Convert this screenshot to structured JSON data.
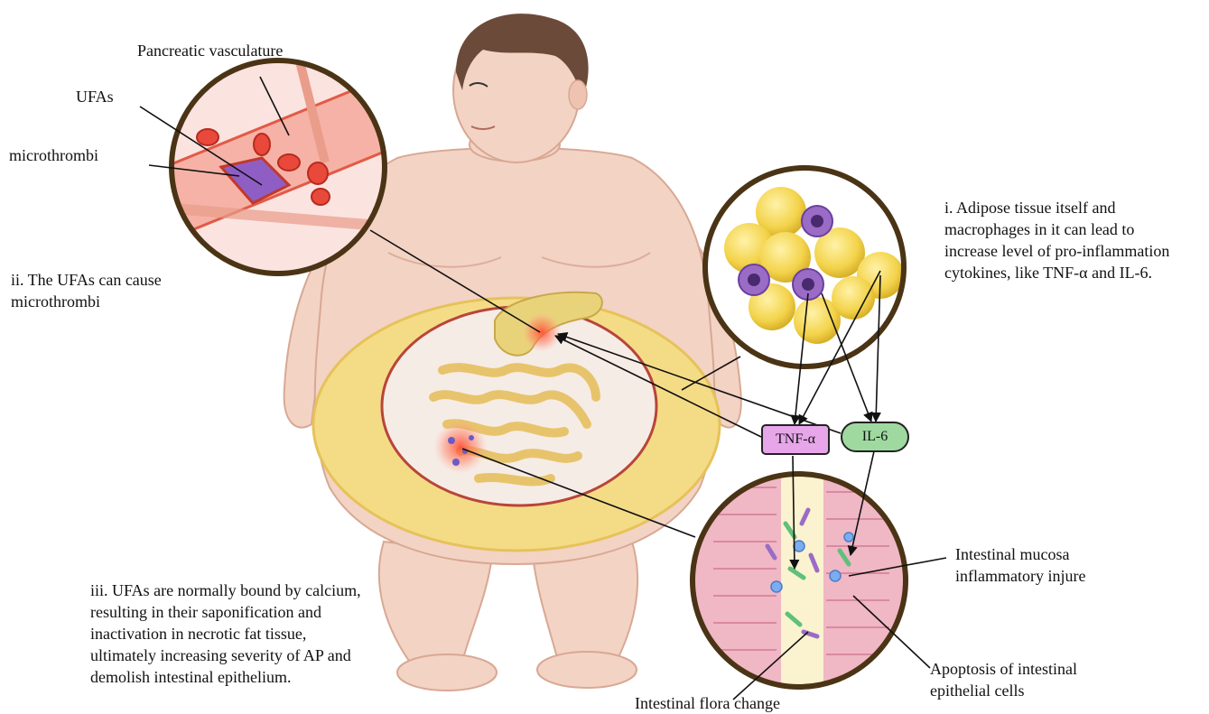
{
  "labels": {
    "pancreatic_vasculature": "Pancreatic vasculature",
    "ufas": "UFAs",
    "microthrombi": "microthrombi",
    "ii_line1": "ii. The UFAs can cause",
    "ii_line2": "microthrombi",
    "i_line1": "i. Adipose tissue itself and",
    "i_line2": "macrophages in it can lead to",
    "i_line3": "increase level of pro-inflammation",
    "i_line4": "cytokines, like TNF-α and IL-6.",
    "iii_line1": "iii. UFAs are normally bound by calcium,",
    "iii_line2": "resulting in their saponification and",
    "iii_line3": "inactivation in necrotic fat tissue,",
    "iii_line4": "ultimately increasing severity of AP and",
    "iii_line5": "demolish intestinal epithelium.",
    "tnf": "TNF-α",
    "il6": "IL-6",
    "mucosa_line1": "Intestinal mucosa",
    "mucosa_line2": "inflammatory injure",
    "apoptosis_line1": "Apoptosis of intestinal",
    "apoptosis_line2": "epithelial cells",
    "flora": "Intestinal flora change"
  },
  "colors": {
    "skin": "#f3d3c4",
    "skin_shadow": "#e2b6a4",
    "hair": "#6b4a3a",
    "fat_band": "#f4dc86",
    "circle_border": "#4a3415",
    "adipocyte": "#f3d34a",
    "macrophage": "#9a6cc6",
    "tnf_box": "#e7a6ea",
    "il6_box": "#9fd9a0",
    "inflammation": "#e8402e",
    "mucosa": "#f0b7c4"
  }
}
